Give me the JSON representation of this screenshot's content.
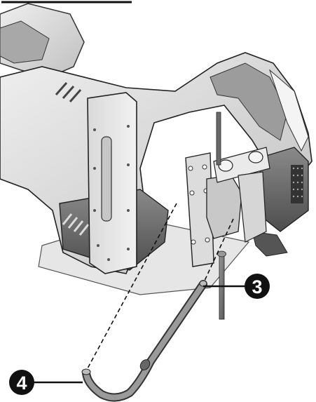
{
  "callouts": [
    {
      "id": "callout-3",
      "label": "3"
    },
    {
      "id": "callout-4",
      "label": "4"
    }
  ],
  "colors": {
    "body_light": "#e4e4e4",
    "body_mid": "#bdbdbd",
    "body_dark": "#6e6e6e",
    "bracket": "#d2d2d2",
    "hose": "#707070",
    "callout_fill": "#111111",
    "callout_text": "#ffffff"
  }
}
